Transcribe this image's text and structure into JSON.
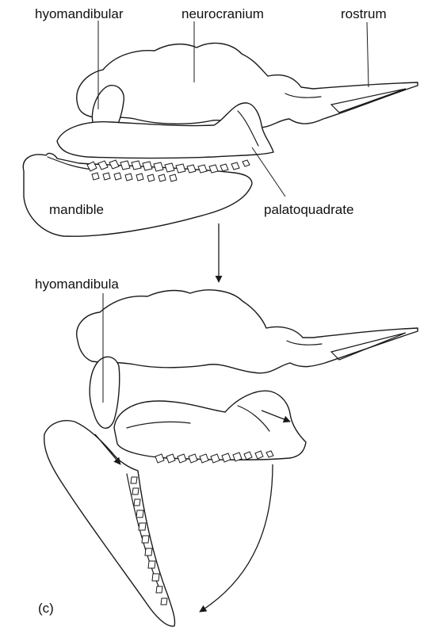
{
  "figure": {
    "panel_label": "(c)",
    "labels": {
      "hyomandibular": "hyomandibular",
      "neurocranium": "neurocranium",
      "rostrum": "rostrum",
      "mandible": "mandible",
      "palatoquadrate": "palatoquadrate",
      "hyomandibula": "hyomandibula"
    }
  }
}
